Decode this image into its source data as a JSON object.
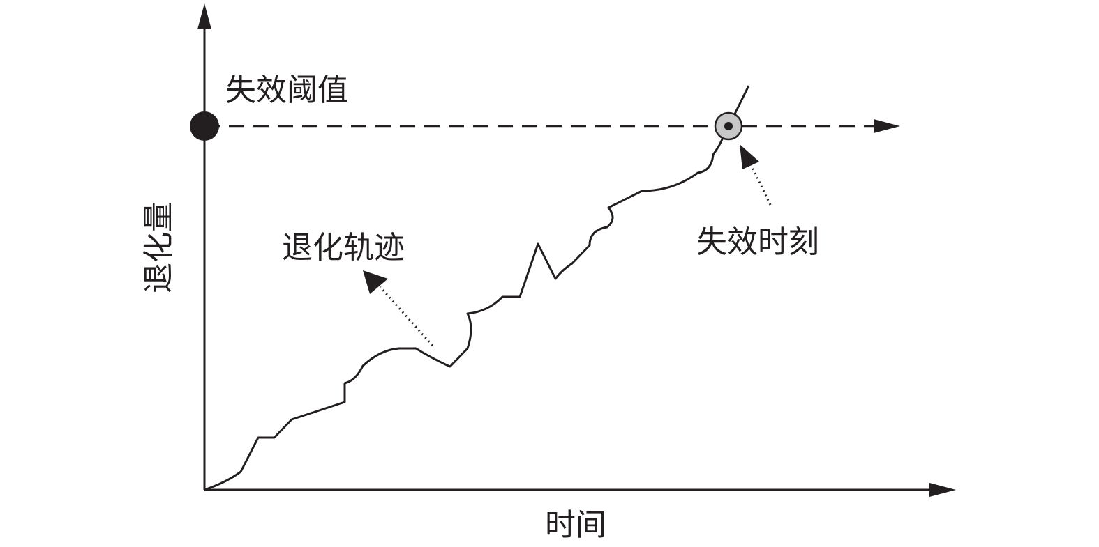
{
  "labels": {
    "y_axis": "退化量",
    "x_axis": "时间",
    "threshold": "失效阈值",
    "trajectory": "退化轨迹",
    "failure_time": "失效时刻"
  },
  "colors": {
    "stroke": "#231f20",
    "marker_fill": "#c8c8c8",
    "background": "#ffffff"
  }
}
